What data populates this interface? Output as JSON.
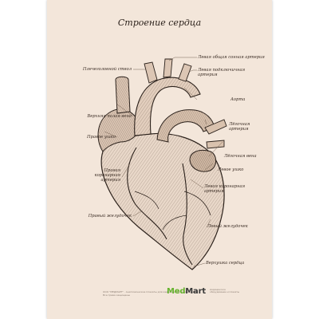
{
  "title": "Строение сердца",
  "labels_left": [
    {
      "id": "brachiocephalic",
      "text": "Плечеголовной ствол"
    },
    {
      "id": "superior-vena-cava",
      "text": "Верхняя полая вена"
    },
    {
      "id": "right-atrium",
      "text": "Правое ушко"
    },
    {
      "id": "right-coronary",
      "text": "Правая\nкоронарная\nартерия"
    },
    {
      "id": "right-ventricle",
      "text": "Правый желудочек"
    }
  ],
  "labels_right": [
    {
      "id": "left-common-carotid",
      "text": "Левая общая сонная артерия"
    },
    {
      "id": "left-subclavian",
      "text": "Левая подключичная\nартерия"
    },
    {
      "id": "aorta",
      "text": "Аорта"
    },
    {
      "id": "pulmonary-arteries",
      "text": "Лёгочная\nартерия"
    },
    {
      "id": "pulmonary-veins",
      "text": "Лёгочная вена"
    },
    {
      "id": "left-atrium",
      "text": "Левое ушко"
    },
    {
      "id": "left-coronary",
      "text": "Левая коронарная\nартерия"
    },
    {
      "id": "left-ventricle",
      "text": "Левый желудочек"
    },
    {
      "id": "apex",
      "text": "Верхушка сердца"
    }
  ],
  "footer": {
    "legal": "ООО \"МЕДМАРТ\" · Анатомические плакаты для медицинских учреждений · Все права защищены",
    "logo_a": "Med",
    "logo_b": "Mart",
    "tagline": "медицинское оборудование и плакаты"
  },
  "colors": {
    "paper": "#f3e6da",
    "ink": "#2b211b",
    "logo_green": "#66b32e"
  }
}
